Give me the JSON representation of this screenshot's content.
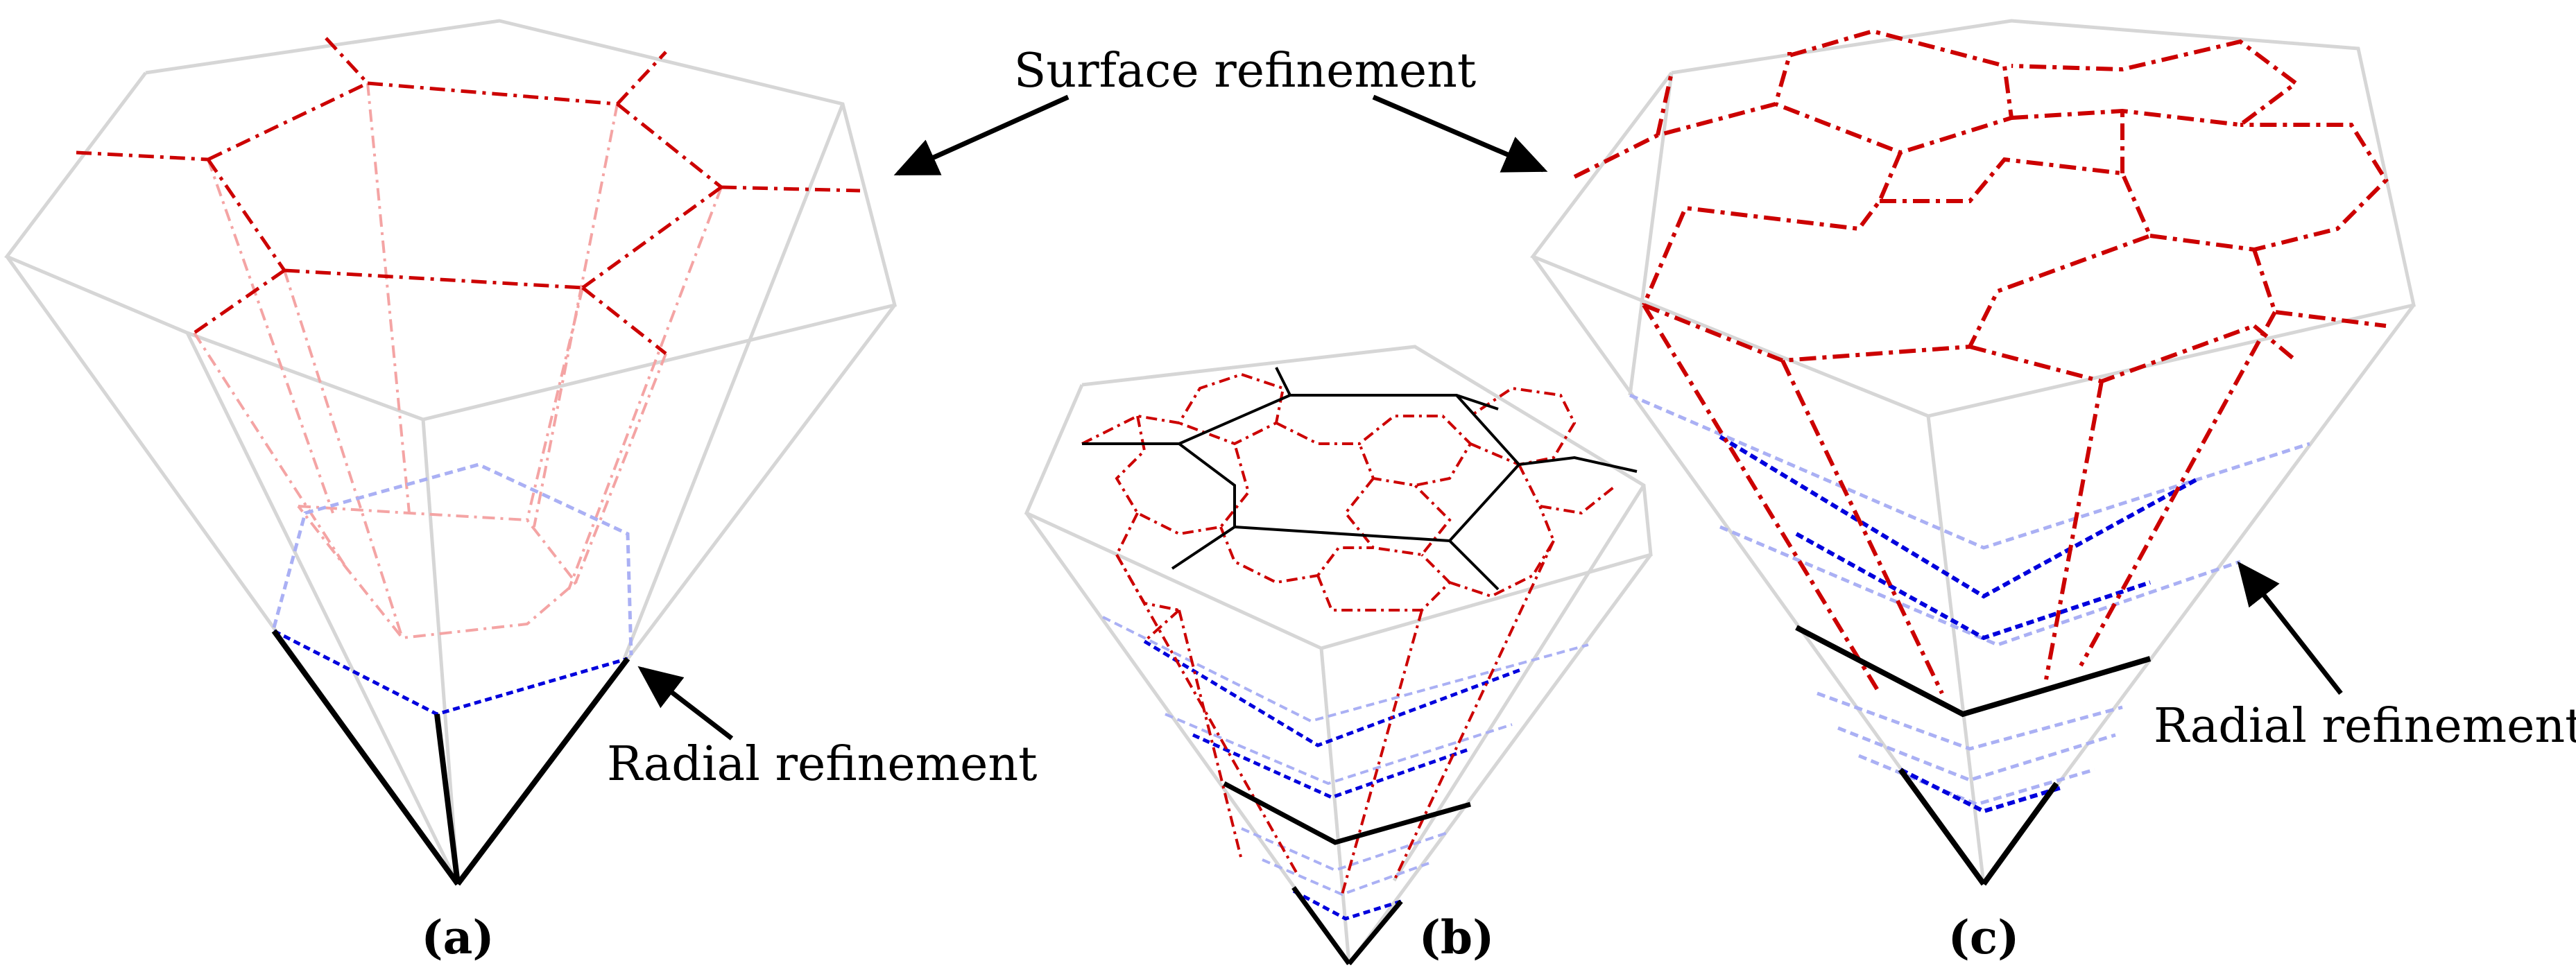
{
  "annotations": {
    "surface": "Surface refinement",
    "radial_a": "Radial refinement",
    "radial_c": "Radial refinement"
  },
  "captions": {
    "a": "(a)",
    "b": "(b)",
    "c": "(c)"
  },
  "colors": {
    "gray": "#d6d6d6",
    "red": "#cc0000",
    "pink": "#f4a4a4",
    "blue": "#0000dd",
    "lightblue": "#aab0f4",
    "black": "#000000"
  }
}
